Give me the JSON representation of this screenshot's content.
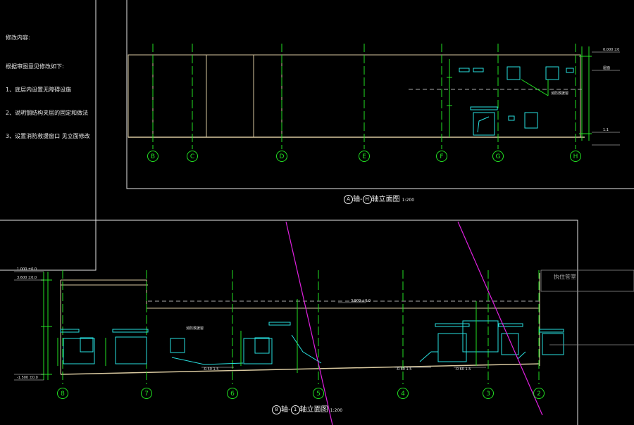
{
  "notes": {
    "heading": "修改内容:",
    "intro": "根据审图意见修改如下:",
    "items": [
      "1、底层内设置无障碍设施",
      "2、说明钢结构夹层的固定和做法",
      "3、设置消防救援窗口 见立面修改"
    ]
  },
  "top_view": {
    "title_a": "A",
    "title_sep": "轴-",
    "title_b": "H",
    "title_rest": "轴立面图",
    "scale": "1:200",
    "axes": [
      "B",
      "C",
      "D",
      "E",
      "F",
      "G",
      "H"
    ]
  },
  "bottom_view": {
    "title_a": "8",
    "title_sep": "轴-",
    "title_b": "1",
    "title_rest": "轴立面图",
    "scale": "1:200",
    "axes": [
      "8",
      "7",
      "6",
      "5",
      "4",
      "3",
      "2"
    ],
    "signboard": "执住答堂"
  },
  "colors": {
    "background": "#000000",
    "frame": "#e6e6e6",
    "axis": "#22e022",
    "building": "#d9c9a0",
    "window": "#29e0e0",
    "annotation": "#f0f0f0",
    "cut_line": "#e020e0"
  }
}
